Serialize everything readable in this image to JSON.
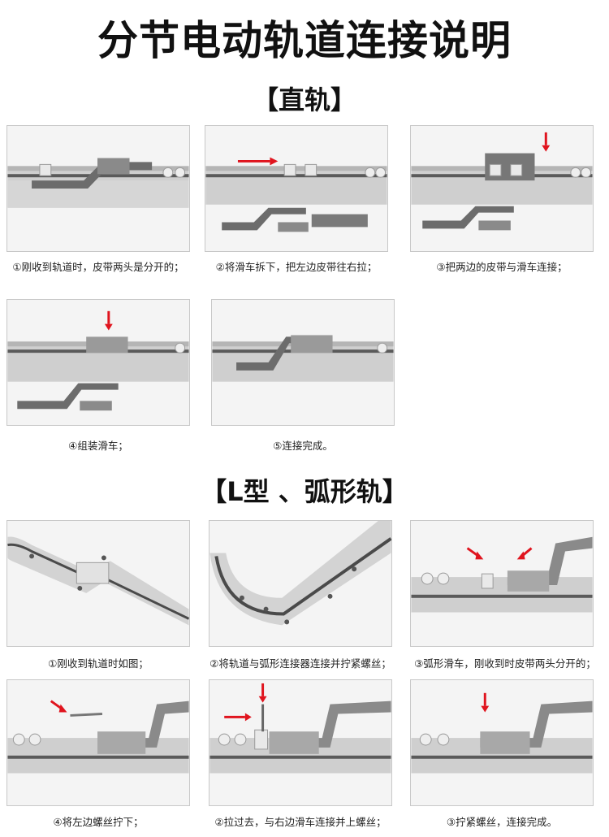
{
  "title": "分节电动轨道连接说明",
  "sections": {
    "straight": {
      "title": "【直轨】"
    },
    "curved": {
      "title": "【L型 、弧形轨】"
    }
  },
  "straight_steps": [
    {
      "caption": "①刚收到轨道时，皮带两头是分开的；"
    },
    {
      "caption": "②将滑车拆下，把左边皮带往右拉；"
    },
    {
      "caption": "③把两边的皮带与滑车连接；"
    },
    {
      "caption": "④组装滑车；"
    },
    {
      "caption": "⑤连接完成。"
    }
  ],
  "curved_steps": [
    {
      "caption": "①刚收到轨道时如图；"
    },
    {
      "caption": "②将轨道与弧形连接器连接并拧紧螺丝；"
    },
    {
      "caption": "③弧形滑车，刚收到时皮带两头分开的；"
    },
    {
      "caption": "④将左边螺丝拧下；"
    },
    {
      "caption": "②拉过去，与右边滑车连接并上螺丝；"
    },
    {
      "caption": "③拧紧螺丝，连接完成。"
    }
  ],
  "colors": {
    "arrow": "#e0141e",
    "rail": "#c9c9c9",
    "bracket": "#6c6c6c"
  }
}
